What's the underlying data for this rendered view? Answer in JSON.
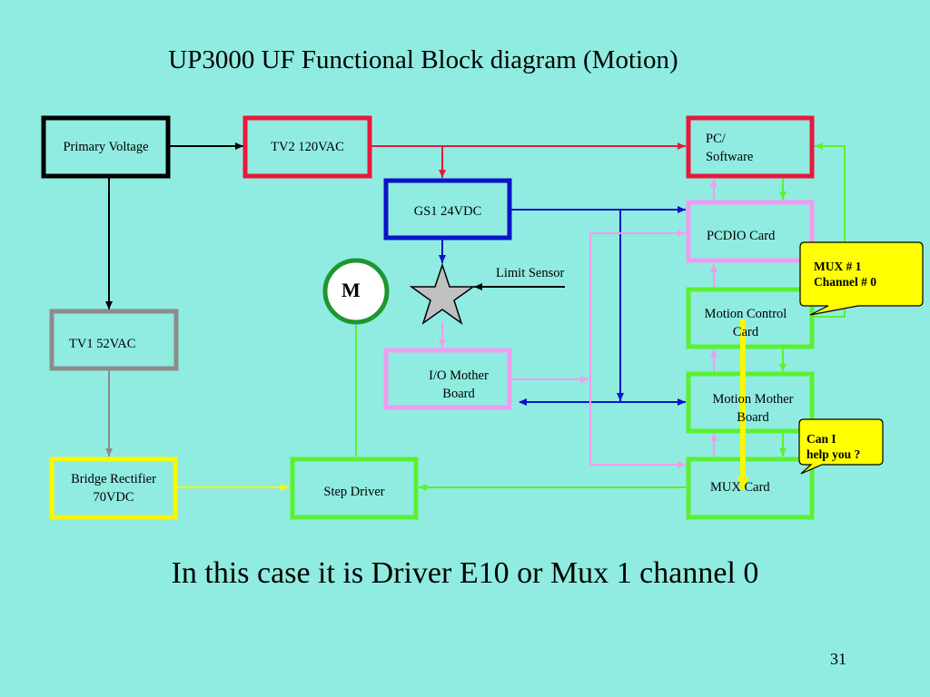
{
  "title": "UP3000 UF Functional Block diagram (Motion)",
  "caption": "In this case it is Driver E10 or Mux 1 channel 0",
  "page_number": "31",
  "blocks": {
    "primary_voltage": "Primary Voltage",
    "tv2": "TV2 120VAC",
    "pc_line1": "PC/",
    "pc_line2": "Software",
    "gs1": "GS1 24VDC",
    "pcdio": "PCDIO Card",
    "tv1": "TV1 52VAC",
    "motion_control_line1": "Motion Control",
    "motion_control_line2": "Card",
    "io_mother_line1": "I/O Mother",
    "io_mother_line2": "Board",
    "motion_mother_line1": "Motion Mother",
    "motion_mother_line2": "Board",
    "bridge_line1": "Bridge Rectifier",
    "bridge_line2": "70VDC",
    "step_driver": "Step Driver",
    "mux_card": "MUX Card"
  },
  "motor_label": "M",
  "limit_sensor_label": "Limit Sensor",
  "callouts": {
    "mux_line1": "MUX # 1",
    "mux_line2": "Channel #  0",
    "help_line1": "Can I",
    "help_line2": "help you ?"
  },
  "colors": {
    "background": "#90ece0",
    "black": "#000000",
    "red": "#e8183c",
    "blue": "#0a14c8",
    "pink": "#f09cf0",
    "green": "#5cf032",
    "gray": "#8c8c8c",
    "yellow": "#f8f800",
    "motor_green": "#1e9632",
    "star": "#c0c0c0"
  }
}
